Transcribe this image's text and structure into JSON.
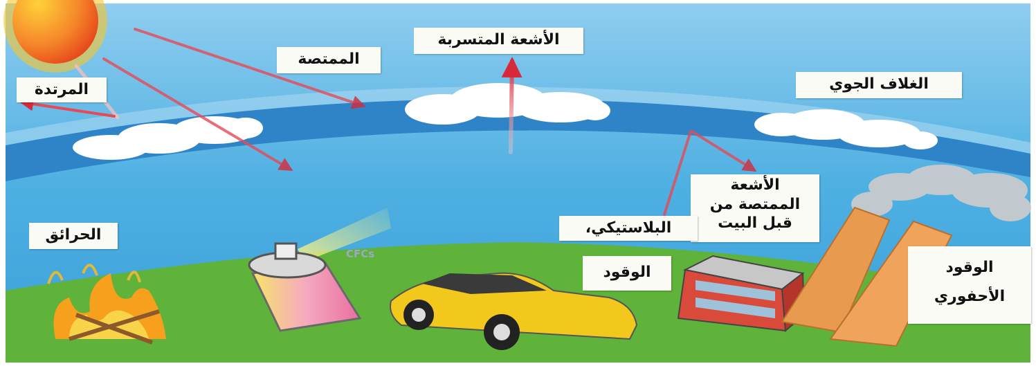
{
  "labels": {
    "reflected": "المرتدة",
    "absorbed": "الممتصة",
    "escaping_rays": "الأشعة المتسربة",
    "atmosphere": "الغلاف الجوي",
    "absorbed_by_house_rays": "الأشعة",
    "absorbed_by_house_line2": "الممتصة من",
    "absorbed_by_house_line3": "قبل البيت",
    "plastics": "البلاستيكي،",
    "fires": "الحرائق",
    "fuel": "الوقود",
    "fossil_fuel_line1": "الوقود",
    "fossil_fuel_line2": "الأحفوري",
    "cfcs": "CFCs"
  },
  "colors": {
    "sky": "#3fa2da",
    "atmosphere_band": "#2e7fc4",
    "ground": "#5fb23a",
    "sun": "#f26a1b",
    "arrow": "#d6293a",
    "car": "#f2c81c",
    "factory": "#d94a3a",
    "chimney": "#e89a4e"
  }
}
